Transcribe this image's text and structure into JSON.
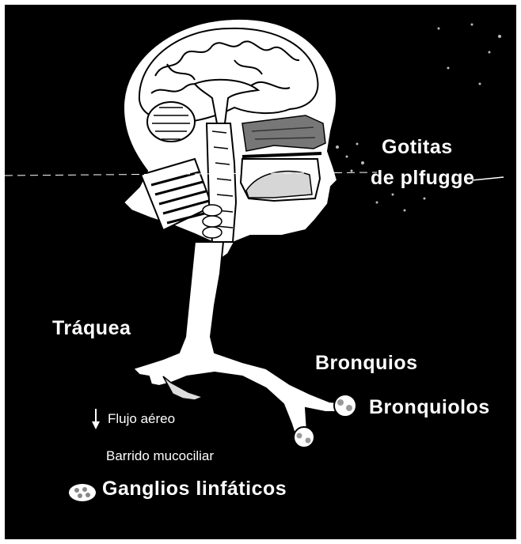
{
  "labels": {
    "gotitas_line1": "Gotitas",
    "gotitas_line2": "de plfugge",
    "traquea": "Tráquea",
    "bronquios": "Bronquios",
    "bronquiolos": "Bronquiolos",
    "flujo_aereo": "Flujo aéreo",
    "barrido_mucociliar": "Barrido mucociliar",
    "ganglios_linfaticos": "Ganglios linfáticos"
  },
  "icons": {
    "airflow": "down-arrow-icon",
    "lymph_node": "lymph-node-icon"
  },
  "colors": {
    "background": "#000000",
    "illustration": "#ffffff",
    "frame": "#ffffff"
  }
}
